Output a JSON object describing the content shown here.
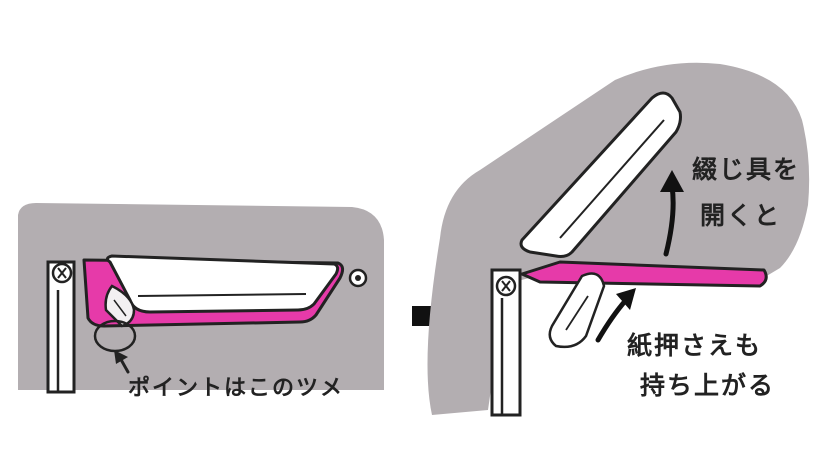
{
  "labels": {
    "claw_point": "ポイントはこのツメ",
    "open_binder_line1": "綴じ具を",
    "open_binder_line2": "開くと",
    "paper_holder_line1": "紙押さえも",
    "paper_holder_line2": "持ち上がる"
  },
  "colors": {
    "background_gray": "#b3aeb1",
    "magenta_part": "#e63aa9",
    "outline": "#222222",
    "white": "#ffffff"
  }
}
